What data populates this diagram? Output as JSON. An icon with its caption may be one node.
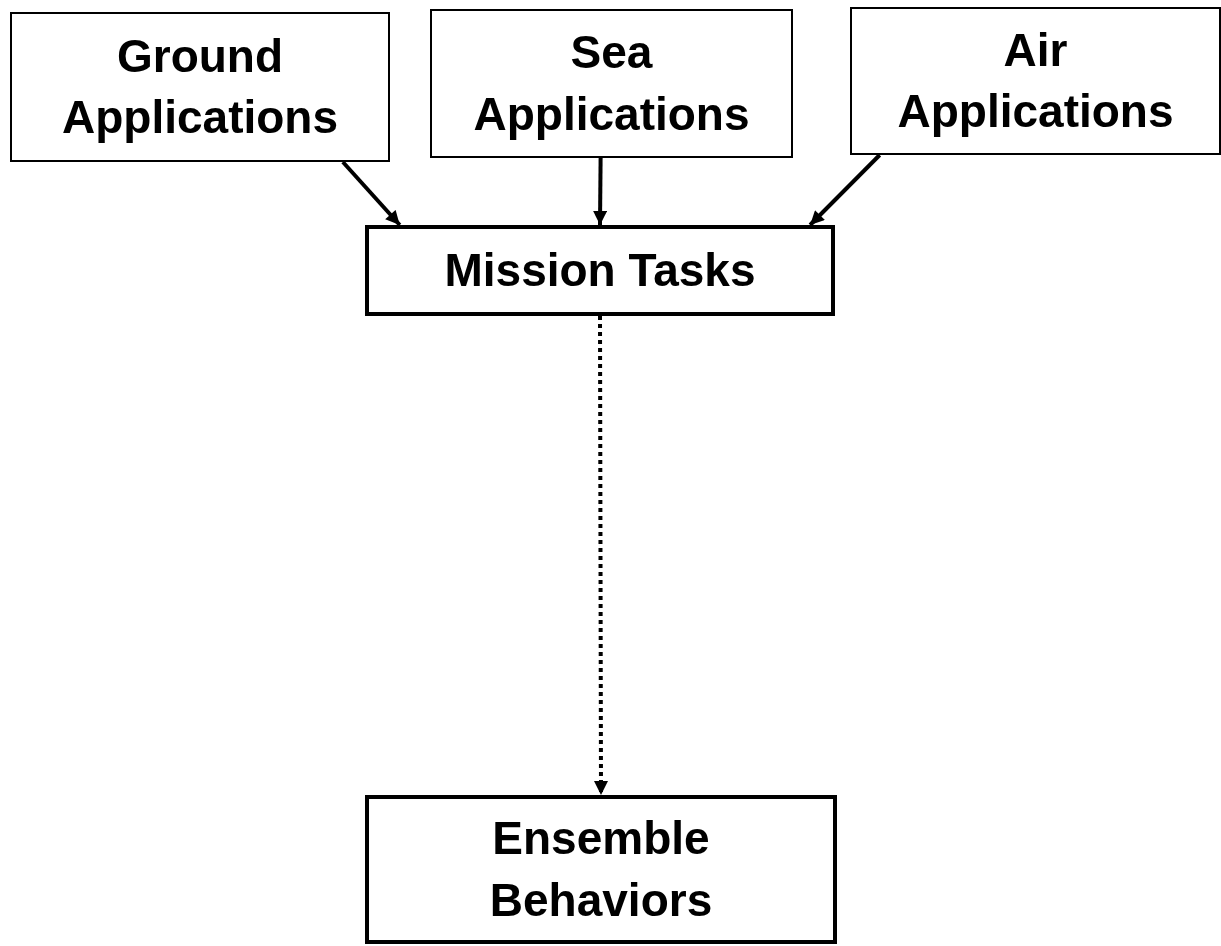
{
  "diagram": {
    "nodes": [
      {
        "text": [
          "Ground Applications"
        ]
      },
      {
        "text": [
          "Sea Applications"
        ]
      },
      {
        "text": [
          "Air Applications"
        ]
      },
      {
        "text": [
          "Mission Tasks"
        ]
      },
      {
        "text": [
          "Ensemble Behaviors"
        ]
      }
    ],
    "edges": [
      {
        "from": 0,
        "to": 3,
        "arrow": "to"
      },
      {
        "from": 1,
        "to": 3,
        "arrow": "to"
      },
      {
        "from": 2,
        "to": 3,
        "arrow": "to"
      },
      {
        "from": 3,
        "to": 4,
        "arrow": "to",
        "style": "dashed"
      }
    ]
  }
}
